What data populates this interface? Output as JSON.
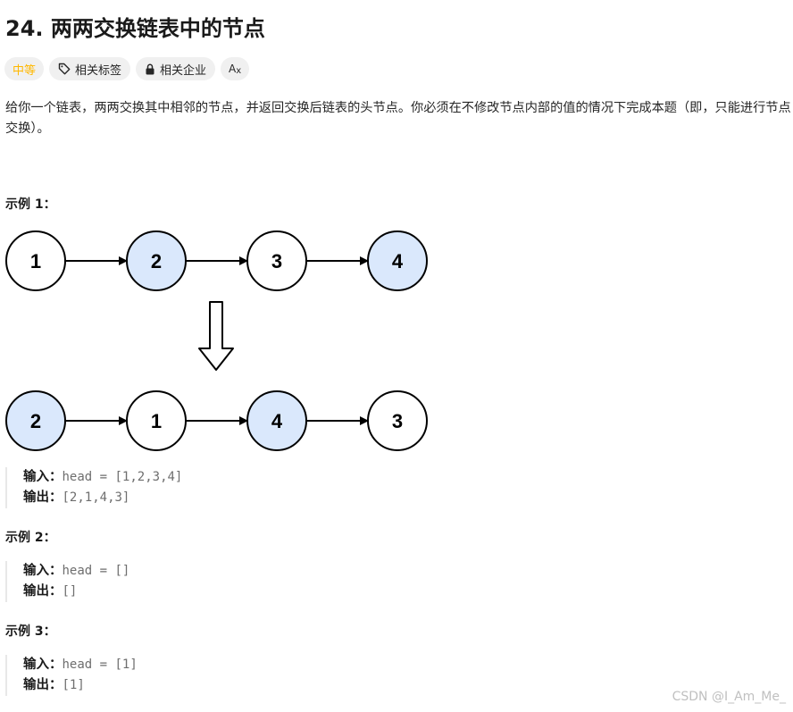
{
  "problem": {
    "title": "24. 两两交换链表中的节点",
    "tags": [
      {
        "label": "中等",
        "icon": ""
      },
      {
        "label": "相关标签",
        "icon": "tag-icon"
      },
      {
        "label": "相关企业",
        "icon": "lock-icon"
      },
      {
        "label": "A",
        "icon": "translate-icon"
      }
    ],
    "description": "给你一个链表，两两交换其中相邻的节点，并返回交换后链表的头节点。你必须在不修改节点内部的值的情况下完成本题（即，只能进行节点交换）。",
    "accent_color": "#ffb800"
  },
  "diagram": {
    "before": [
      "1",
      "2",
      "3",
      "4"
    ],
    "after": [
      "2",
      "1",
      "4",
      "3"
    ],
    "highlight_fill": "#dae8fc",
    "node_fill": "#ffffff"
  },
  "examples": [
    {
      "title": "示例 1：",
      "input_label": "输入：",
      "input_value": "head = [1,2,3,4]",
      "output_label": "输出：",
      "output_value": "[2,1,4,3]"
    },
    {
      "title": "示例 2：",
      "input_label": "输入：",
      "input_value": "head = []",
      "output_label": "输出：",
      "output_value": "[]"
    },
    {
      "title": "示例 3：",
      "input_label": "输入：",
      "input_value": "head = [1]",
      "output_label": "输出：",
      "output_value": "[1]"
    }
  ],
  "watermark": "CSDN @I_Am_Me_"
}
